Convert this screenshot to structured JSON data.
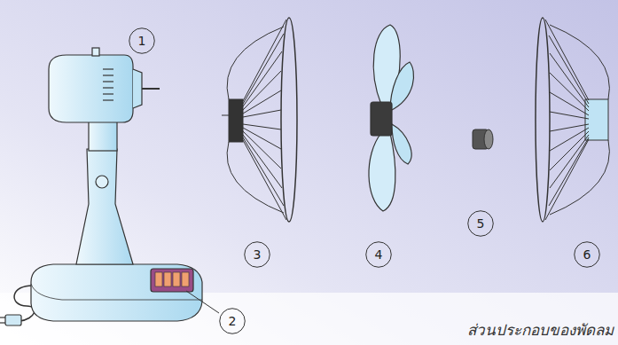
{
  "diagram": {
    "caption": "ส่วนประกอบของพัดลม",
    "nodes": [
      {
        "text": [
          "1"
        ]
      },
      {
        "text": [
          "2"
        ]
      },
      {
        "text": [
          "3"
        ]
      },
      {
        "text": [
          "4"
        ]
      },
      {
        "text": [
          "5"
        ]
      },
      {
        "text": [
          "6"
        ]
      }
    ]
  }
}
